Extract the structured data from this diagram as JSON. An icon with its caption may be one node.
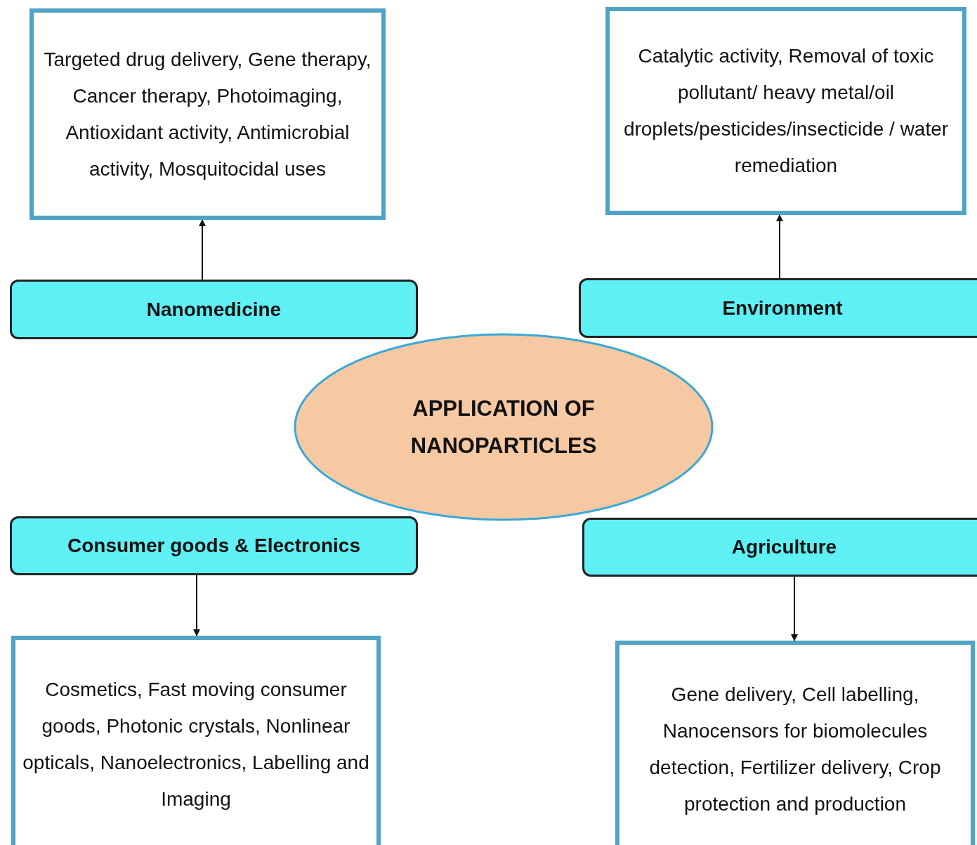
{
  "diagram": {
    "nodes": [
      {
        "text": [
          "Targeted drug delivery, Gene therapy, Cancer therapy, Photoimaging, Antioxidant activity, Antimicrobial activity, Mosquitocidal uses"
        ]
      },
      {
        "text": [
          "Catalytic activity, Removal of toxic pollutant/ heavy metal/oil droplets/pesticides/insecticide / water remediation"
        ]
      },
      {
        "text": [
          "Nanomedicine"
        ]
      },
      {
        "text": [
          "Environment"
        ]
      },
      {
        "text": [
          "APPLICATION OF NANOPARTICLES"
        ]
      },
      {
        "text": [
          "Consumer goods & Electronics"
        ]
      },
      {
        "text": [
          "Agriculture"
        ]
      },
      {
        "text": [
          "Cosmetics, Fast moving consumer goods, Photonic crystals, Nonlinear opticals, Nanoelectronics, Labelling and Imaging"
        ]
      },
      {
        "text": [
          "Gene delivery, Cell labelling, Nanocensors for biomolecules detection, Fertilizer delivery, Crop protection and production"
        ]
      }
    ],
    "edges": [
      {
        "from": 2,
        "to": 0,
        "arrow": "to"
      },
      {
        "from": 3,
        "to": 1,
        "arrow": "to"
      },
      {
        "from": 5,
        "to": 7,
        "arrow": "to"
      },
      {
        "from": 6,
        "to": 8,
        "arrow": "to"
      }
    ]
  }
}
